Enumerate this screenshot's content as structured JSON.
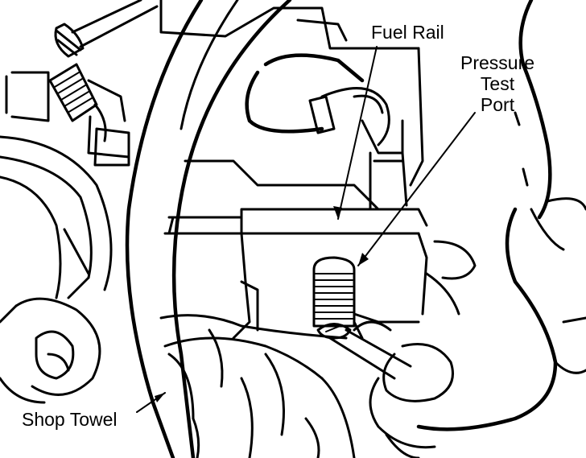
{
  "labels": {
    "fuel_rail": "Fuel Rail",
    "pressure_test_port": [
      "Pressure",
      "Test",
      "Port"
    ],
    "shop_towel": "Shop Towel"
  },
  "colors": {
    "ink": "#000000",
    "paper": "#ffffff"
  }
}
